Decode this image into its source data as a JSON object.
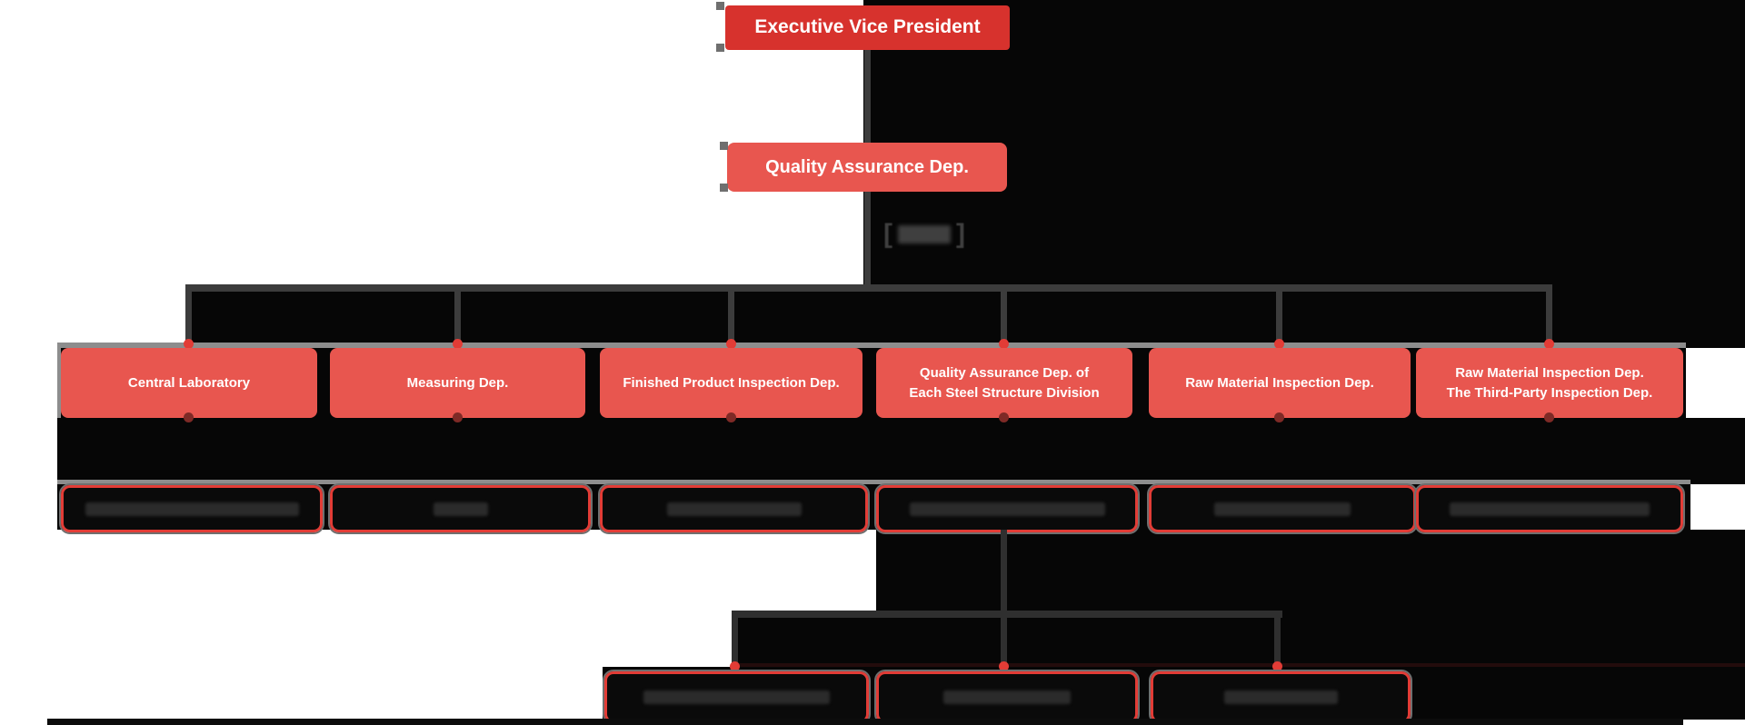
{
  "palette": {
    "root_red": "#d7322d",
    "node_red": "#e8564f",
    "border_red": "#e23c36",
    "connector_gray": "#3c3c3c",
    "row_edge_gray": "#8d8d8d",
    "canvas_black": "#060606",
    "canvas_white": "#ffffff",
    "obscured_text_gray": "#2b2b2b"
  },
  "chart": {
    "root": {
      "label": "Executive Vice President"
    },
    "level2": {
      "label": "Quality Assurance Dep."
    },
    "annotation": {
      "obscured": true,
      "visible_glyphs": "[ ]"
    },
    "departments": [
      {
        "label": "Central Laboratory"
      },
      {
        "label": "Measuring Dep."
      },
      {
        "label": "Finished Product Inspection Dep."
      },
      {
        "label": "Quality Assurance Dep. of\nEach Steel Structure Division"
      },
      {
        "label": "Raw Material Inspection Dep."
      },
      {
        "label": "Raw Material Inspection Dep.\nThe Third-Party Inspection Dep."
      }
    ],
    "sub_boxes": [
      {
        "obscured": true
      },
      {
        "obscured": true
      },
      {
        "obscured": true
      },
      {
        "obscured": true
      },
      {
        "obscured": true
      },
      {
        "obscured": true
      }
    ],
    "bottom_boxes": [
      {
        "obscured": true
      },
      {
        "obscured": true
      },
      {
        "obscured": true
      }
    ]
  }
}
